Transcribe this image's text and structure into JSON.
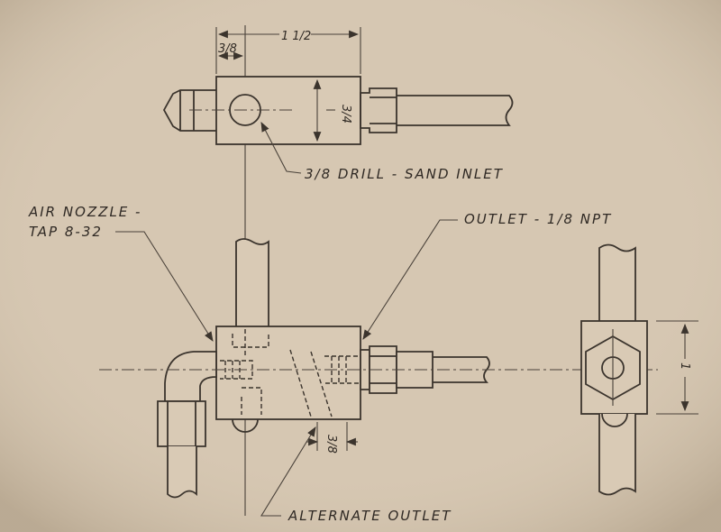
{
  "drawing": {
    "dimensions": {
      "overall_width": "1 1/2",
      "hole_offset": "3/8",
      "block_height": "3/4",
      "alternate_outlet_offset": "3/8",
      "side_height": "1"
    },
    "labels": {
      "sand_inlet": "3/8 DRILL - SAND INLET",
      "air_nozzle_line1": "AIR NOZZLE -",
      "air_nozzle_line2": "TAP 8-32",
      "outlet": "OUTLET - 1/8 NPT",
      "alternate_outlet": "ALTERNATE OUTLET"
    },
    "colors": {
      "paper": "#d6c7b2",
      "ink": "#3b342d"
    }
  }
}
